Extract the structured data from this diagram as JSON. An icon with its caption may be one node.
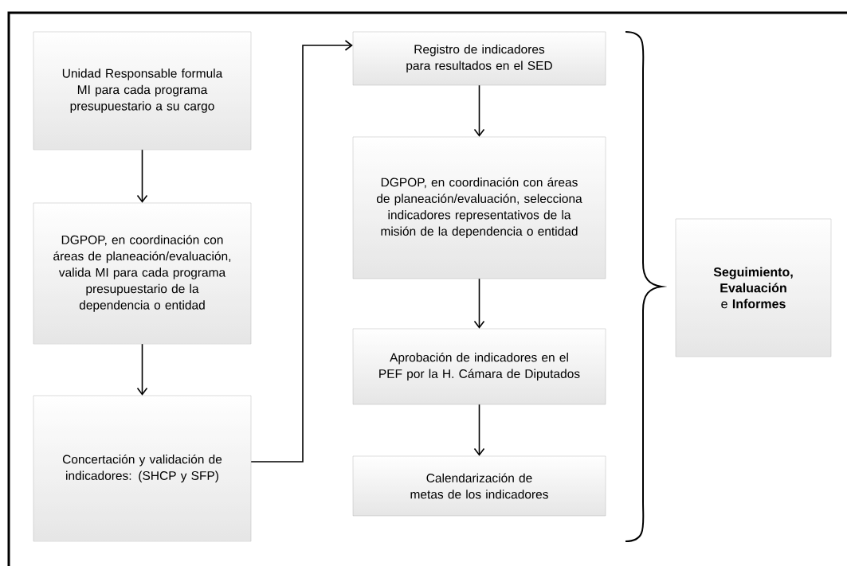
{
  "diagram": {
    "nodes": [
      {
        "text": [
          "Unidad Responsable formula MI para cada programa presupuestario a su cargo"
        ]
      },
      {
        "text": [
          "DGPOP, en coordinación con áreas de planeación/evaluación, valida MI para cada programa presupuestario de la dependencia o entidad"
        ]
      },
      {
        "text": [
          "Concertación y validación de indicadores: (SHCP y SFP)"
        ]
      },
      {
        "text": [
          "Registro de indicadores para resultados en el SED"
        ]
      },
      {
        "text": [
          "DGPOP, en coordinación con áreas de planeación/evaluación, selecciona indicadores representativos de la misión de la dependencia o entidad"
        ]
      },
      {
        "text": [
          "Aprobación de indicadores en el PEF por la H. Cámara de Diputados"
        ]
      },
      {
        "text": [
          "Calendarización de metas de los indicadores"
        ]
      },
      {
        "text": [
          "**Seguimiento, Evaluación** e **Informes**"
        ]
      }
    ],
    "edges": [
      {
        "from": 0,
        "to": 1,
        "arrow": "to"
      },
      {
        "from": 1,
        "to": 2,
        "arrow": "to"
      },
      {
        "from": 2,
        "to": 3,
        "arrow": "to"
      },
      {
        "from": 3,
        "to": 4,
        "arrow": "to"
      },
      {
        "from": 4,
        "to": 5,
        "arrow": "to"
      },
      {
        "from": 5,
        "to": 6,
        "arrow": "to"
      }
    ]
  }
}
